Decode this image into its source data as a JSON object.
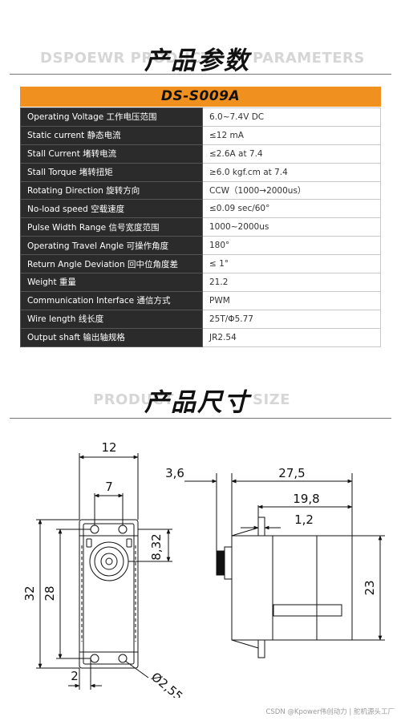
{
  "params_section": {
    "ghost_left": "DSPOEWR PRODUCT",
    "title": "产品参数",
    "ghost_right": "PARAMETERS"
  },
  "spec_table": {
    "model": "DS-S009A",
    "rows": [
      {
        "label": "Operating Voltage 工作电压范围",
        "value": "6.0~7.4V DC"
      },
      {
        "label": "Static current 静态电流",
        "value": "≤12 mA"
      },
      {
        "label": "Stall Current 堵转电流",
        "value": "≤2.6A at 7.4"
      },
      {
        "label": "Stall Torque 堵转扭矩",
        "value": "≥6.0 kgf.cm at 7.4"
      },
      {
        "label": "Rotating Direction 旋转方向",
        "value": "CCW（1000→2000us）"
      },
      {
        "label": "No-load speed 空载速度",
        "value": "≤0.09 sec/60°"
      },
      {
        "label": "Pulse Width Range 信号宽度范围",
        "value": "1000~2000us"
      },
      {
        "label": "Operating Travel Angle 可操作角度",
        "value": "180°"
      },
      {
        "label": "Return Angle Deviation 回中位角度差",
        "value": "≤ 1°"
      },
      {
        "label": "Weight 重量",
        "value": "21.2"
      },
      {
        "label": "Communication Interface 通信方式",
        "value": "PWM"
      },
      {
        "label": "Wire length 线长度",
        "value": "25T/Φ5.77"
      },
      {
        "label": "Output shaft 输出轴规格",
        "value": "JR2.54"
      }
    ]
  },
  "size_section": {
    "ghost_left": "PRODUCT",
    "title": "产品尺寸",
    "ghost_right": "SIZE"
  },
  "drawing": {
    "dim_width_12": "12",
    "dim_hole_7": "7",
    "dim_height_32": "32",
    "dim_height_28": "28",
    "dim_832": "8,32",
    "dim_2": "2",
    "dim_hole_dia": "Ø2,55",
    "dim_36": "3,6",
    "dim_275": "27,5",
    "dim_198": "19,8",
    "dim_12b": "1,2",
    "dim_23": "23"
  },
  "watermark": "CSDN @Kpower伟创动力 | 舵机源头工厂"
}
